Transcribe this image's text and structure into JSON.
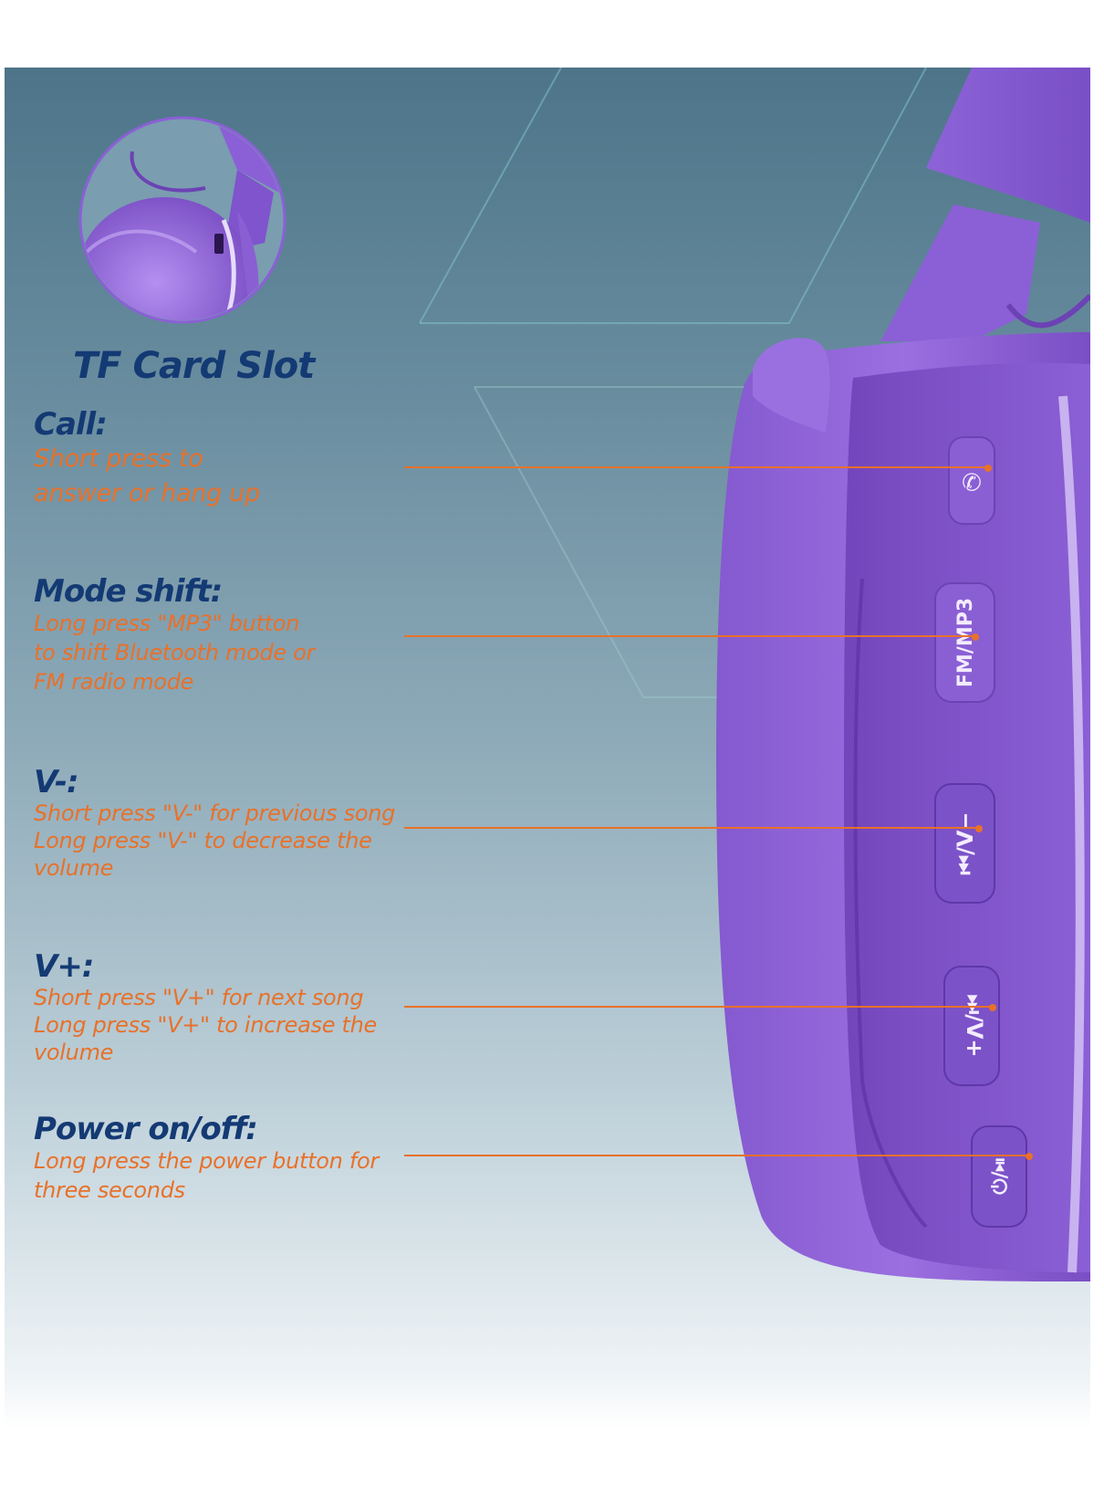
{
  "tf_card": {
    "title": "TF Card Slot"
  },
  "features": [
    {
      "title": "Call:",
      "lines": [
        "Short press to",
        "answer or hang up"
      ]
    },
    {
      "title": "Mode shift:",
      "lines": [
        "Long press \"MP3\" button",
        "to shift Bluetooth mode or",
        "FM radio mode"
      ]
    },
    {
      "title": "V-:",
      "lines": [
        "Short press \"V-\" for previous song",
        "Long press \"V-\" to decrease the",
        "volume"
      ]
    },
    {
      "title": "V+:",
      "lines": [
        "Short press \"V+\" for next song",
        "Long press \"V+\" to increase the",
        "volume"
      ]
    },
    {
      "title": "Power on/off:",
      "lines": [
        "Long press the power button for",
        "three seconds"
      ]
    }
  ],
  "buttons": {
    "call": "✆",
    "mode": "FM/MP3",
    "vol_down": "⏮/V−",
    "vol_up": "⏭/V+",
    "power": "⏻/⏯"
  },
  "colors": {
    "heading": "#143a74",
    "description": "#e8712a",
    "product": "#8a5fd4",
    "callout": "#e8712a"
  }
}
